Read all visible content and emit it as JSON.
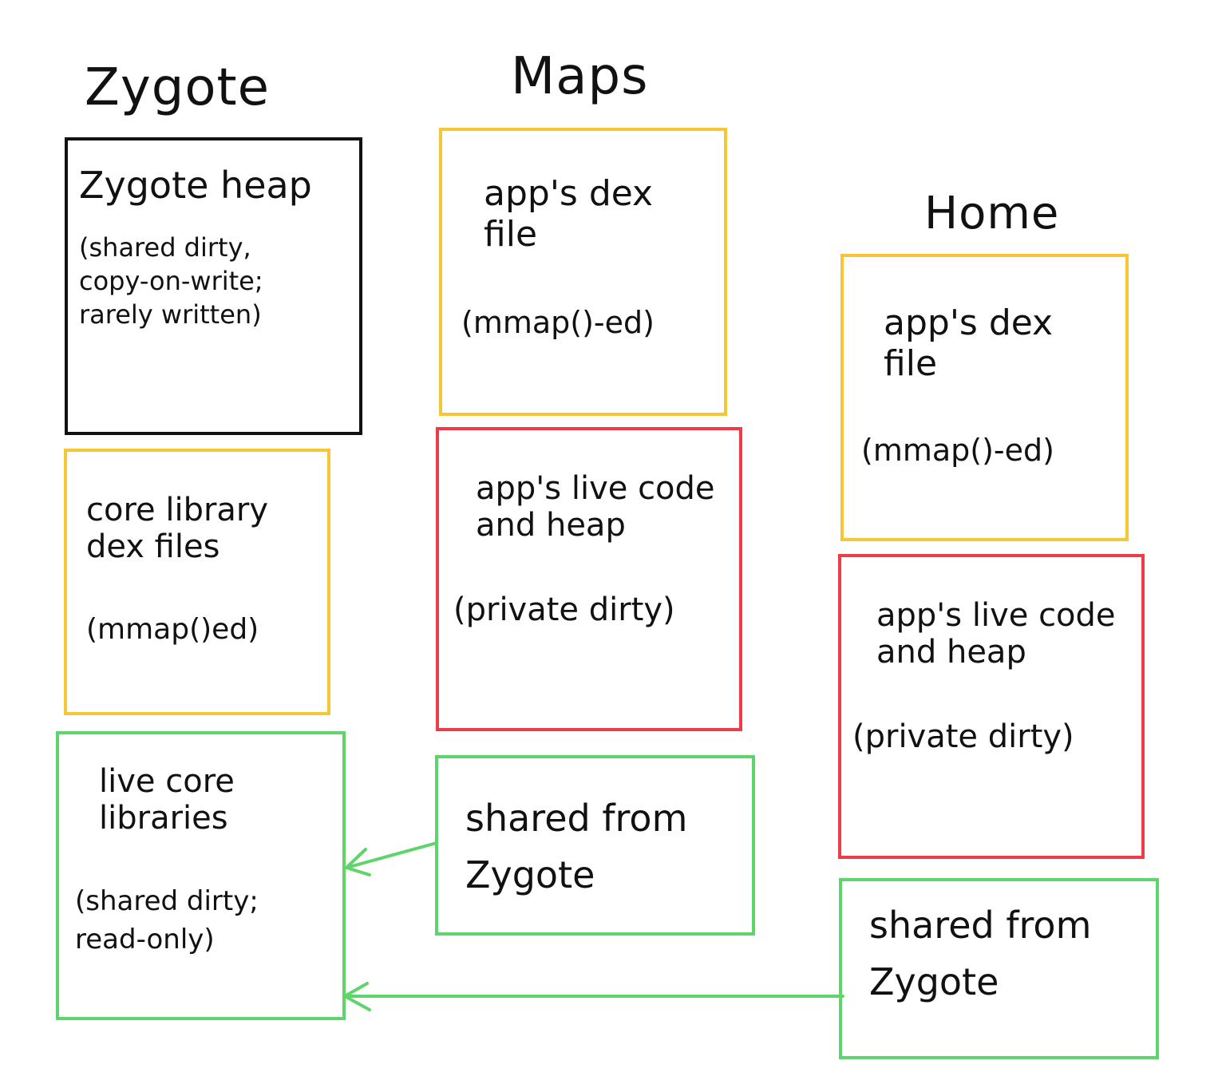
{
  "columns": {
    "zygote": {
      "title": "Zygote"
    },
    "maps": {
      "title": "Maps"
    },
    "home": {
      "title": "Home"
    }
  },
  "zygote": {
    "heap": {
      "title": "Zygote heap",
      "note": "(shared dirty,\ncopy-on-write;\nrarely written)"
    },
    "core_dex": {
      "title": "core library\ndex files",
      "note": "(mmap()ed)"
    },
    "live_core": {
      "title": "live core\nlibraries",
      "note": "(shared dirty;\nread-only)"
    }
  },
  "maps": {
    "dex": {
      "title": "app's dex\nfile",
      "note": "(mmap()-ed)"
    },
    "live": {
      "title": "app's live code\nand heap",
      "note": "(private dirty)"
    },
    "shared": {
      "title": "shared from\nZygote"
    }
  },
  "home": {
    "dex": {
      "title": "app's dex\nfile",
      "note": "(mmap()-ed)"
    },
    "live": {
      "title": "app's live code\nand heap",
      "note": "(private dirty)"
    },
    "shared": {
      "title": "shared from\nZygote"
    }
  },
  "colors": {
    "black": "#111111",
    "yellow": "#f7c634",
    "red": "#ee3b47",
    "green": "#5fd46a"
  }
}
